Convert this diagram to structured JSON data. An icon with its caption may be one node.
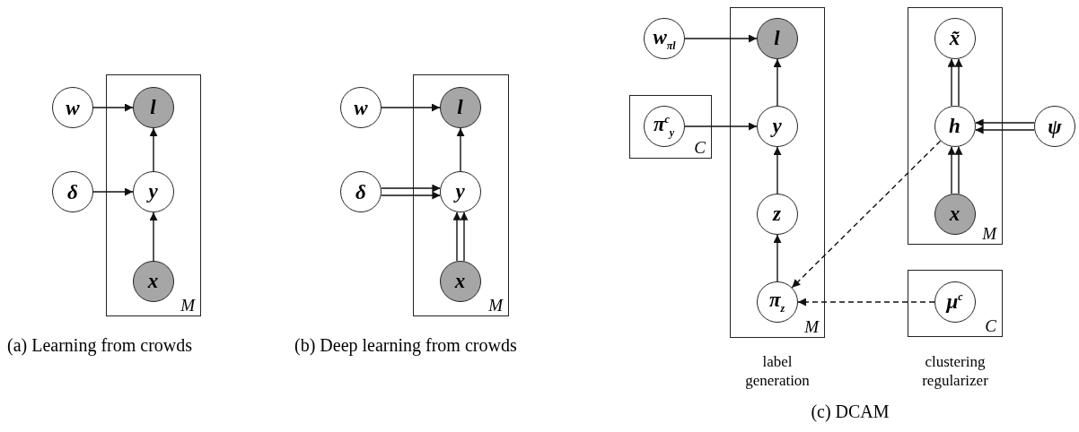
{
  "diagram": {
    "nodes": [
      {
        "text": [
          "M"
        ]
      },
      {
        "text": [
          "w"
        ]
      },
      {
        "text": [
          "l"
        ],
        "in": 0
      },
      {
        "text": [
          "δ"
        ]
      },
      {
        "text": [
          "y"
        ],
        "in": 0
      },
      {
        "text": [
          "x"
        ],
        "in": 0
      },
      {
        "text": [
          "M"
        ]
      },
      {
        "text": [
          "w"
        ]
      },
      {
        "text": [
          "l"
        ],
        "in": 6
      },
      {
        "text": [
          "δ"
        ]
      },
      {
        "text": [
          "y"
        ],
        "in": 6
      },
      {
        "text": [
          "x"
        ],
        "in": 6
      },
      {
        "text": [
          "M"
        ],
        "beside": [
          "label generation"
        ]
      },
      {
        "text": [
          "w$_{πl}$"
        ]
      },
      {
        "text": [
          "l"
        ],
        "in": 12
      },
      {
        "text": [
          "C"
        ]
      },
      {
        "text": [
          "π$^{c}$$_{y}$"
        ],
        "in": 15
      },
      {
        "text": [
          "y"
        ],
        "in": 12
      },
      {
        "text": [
          "z"
        ],
        "in": 12
      },
      {
        "text": [
          "π$_{z}$"
        ],
        "in": 12
      },
      {
        "text": [
          "M"
        ]
      },
      {
        "text": [
          "x̃"
        ],
        "in": 20
      },
      {
        "text": [
          "h"
        ],
        "in": 20
      },
      {
        "text": [
          "x"
        ],
        "in": 20
      },
      {
        "text": [
          "ψ"
        ]
      },
      {
        "text": [
          "C"
        ],
        "beside": [
          "clustering regularizer"
        ]
      },
      {
        "text": [
          "μ$^{c}$"
        ],
        "in": 25
      }
    ],
    "edges": [
      {
        "from": 1,
        "to": 2,
        "arrow": "to"
      },
      {
        "from": 3,
        "to": 4,
        "arrow": "to"
      },
      {
        "from": 5,
        "to": 4,
        "arrow": "to"
      },
      {
        "from": 4,
        "to": 2,
        "arrow": "to"
      },
      {
        "from": 7,
        "to": 8,
        "arrow": "to"
      },
      {
        "from": 9,
        "to": 10,
        "arrow": "to"
      },
      {
        "from": 11,
        "to": 10,
        "arrow": "to"
      },
      {
        "from": 10,
        "to": 8,
        "arrow": "to"
      },
      {
        "from": 13,
        "to": 14,
        "arrow": "to"
      },
      {
        "from": 16,
        "to": 17,
        "arrow": "to"
      },
      {
        "from": 17,
        "to": 14,
        "arrow": "to"
      },
      {
        "from": 18,
        "to": 17,
        "arrow": "to"
      },
      {
        "from": 19,
        "to": 18,
        "arrow": "to"
      },
      {
        "from": 22,
        "to": 19,
        "arrow": "to",
        "style": "dashed"
      },
      {
        "from": 26,
        "to": 19,
        "arrow": "to",
        "style": "dashed"
      },
      {
        "from": 22,
        "to": 21,
        "arrow": "to"
      },
      {
        "from": 23,
        "to": 22,
        "arrow": "to"
      },
      {
        "from": 24,
        "to": 22,
        "arrow": "to"
      }
    ],
    "labels": [
      "(a) Learning from crowds",
      "(b) Deep learning from crowds",
      "(c) DCAM"
    ]
  }
}
